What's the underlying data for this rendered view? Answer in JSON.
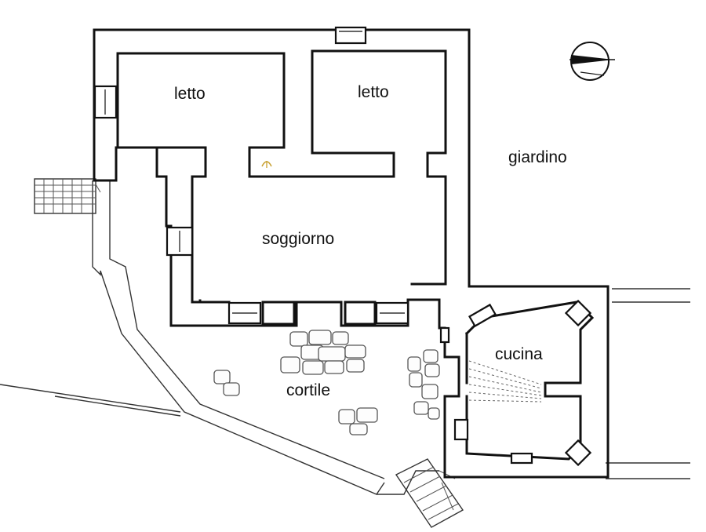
{
  "rooms": {
    "bedroom_left": "letto",
    "bedroom_right": "letto",
    "garden": "giardino",
    "living_room": "soggiorno",
    "kitchen": "cucina",
    "courtyard": "cortile"
  },
  "symbols": {
    "north_arrow": "compass-north-arrow-icon"
  }
}
